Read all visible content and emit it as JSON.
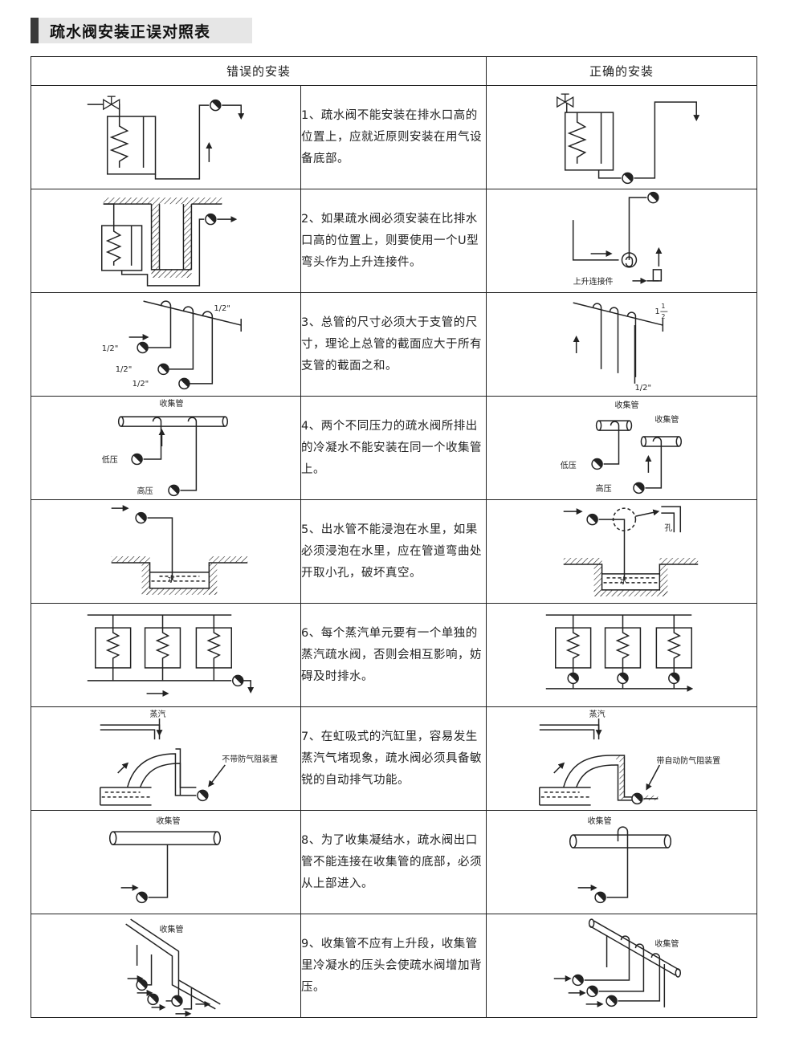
{
  "title": "疏水阀安装正误对照表",
  "header": {
    "wrong": "错误的安装",
    "right": "正确的安装"
  },
  "rows": [
    {
      "text": "1、疏水阀不能安装在排水口高的位置上，应就近原则安装在用气设备底部。"
    },
    {
      "text": "2、如果疏水阀必须安装在比排水口高的位置上，则要使用一个U型弯头作为上升连接件。",
      "right_label": "上升连接件"
    },
    {
      "text": "3、总管的尺寸必须大于支管的尺寸，理论上总管的截面应大于所有支管的截面之和。",
      "wrong_labels": [
        "1/2\"",
        "1/2\"",
        "1/2\"",
        "1/2\""
      ],
      "right_labels": [
        "1",
        "1",
        "2",
        "1/2\""
      ]
    },
    {
      "text": "4、两个不同压力的疏水阀所排出的冷凝水不能安装在同一个收集管上。",
      "wrong_labels": [
        "收集管",
        "低压",
        "高压"
      ],
      "right_labels": [
        "收集管",
        "收集管",
        "低压",
        "高压"
      ]
    },
    {
      "text": "5、出水管不能浸泡在水里，如果必须浸泡在水里，应在管道弯曲处开取小孔，破坏真空。",
      "wrong_labels": [
        "水"
      ],
      "right_labels": [
        "水",
        "孔"
      ]
    },
    {
      "text": "6、每个蒸汽单元要有一个单独的蒸汽疏水阀，否则会相互影响，妨碍及时排水。"
    },
    {
      "text": "7、在虹吸式的汽缸里，容易发生蒸汽气堵现象，疏水阀必须具备敏锐的自动排气功能。",
      "wrong_labels": [
        "蒸汽",
        "不带防气阻装置"
      ],
      "right_labels": [
        "蒸汽",
        "带自动防气阻装置"
      ]
    },
    {
      "text": "8、为了收集凝结水，疏水阀出口管不能连接在收集管的底部，必须从上部进入。",
      "wrong_labels": [
        "收集管"
      ],
      "right_labels": [
        "收集管"
      ]
    },
    {
      "text": "9、收集管不应有上升段，收集管里冷凝水的压头会使疏水阀增加背压。",
      "wrong_labels": [
        "收集管"
      ],
      "right_labels": [
        "收集管"
      ]
    }
  ]
}
